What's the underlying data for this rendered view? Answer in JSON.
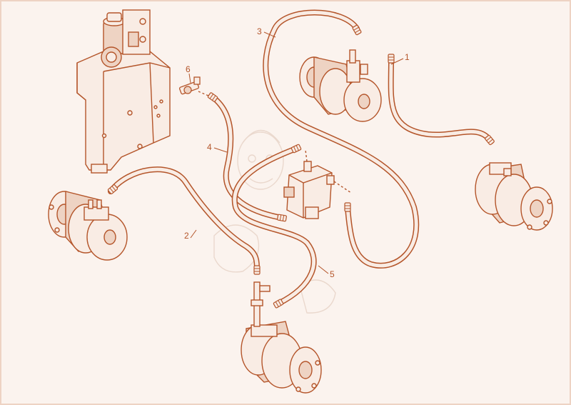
{
  "colors": {
    "background": "#fbf3ee",
    "line": "#b4552a",
    "fill": "#f9ece4",
    "shade": "#eed3c3",
    "watermark": "#ead8cd"
  },
  "labels": {
    "l1": "1",
    "l2": "2",
    "l3": "3",
    "l4": "4",
    "l5": "5",
    "l6": "6"
  }
}
